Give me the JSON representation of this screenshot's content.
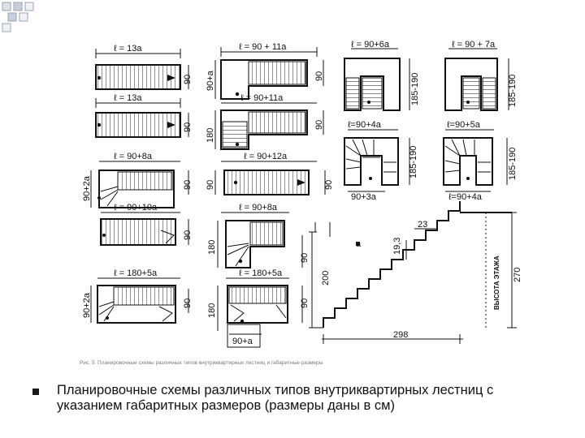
{
  "figure": {
    "dims": {
      "d1": "ℓ = 13a",
      "d2": "ℓ = 90 + 11a",
      "d3": "ℓ = 90+6a",
      "d4": "ℓ = 90 + 7a",
      "d5": "ℓ = 13a",
      "d6": "ℓ = 90+11a",
      "d7": "ℓ=90+4a",
      "d8": "ℓ=90+5a",
      "d9": "ℓ = 90+8a",
      "d10": "ℓ = 90+12a",
      "d11": "ℓ = 90+10a",
      "d12": "ℓ = 90+8a",
      "d13": "ℓ = 180+5a",
      "d14": "ℓ = 180+5a",
      "d15": "90+3a",
      "d16": "ℓ=90+4a",
      "d17": "90+a",
      "v90": "90",
      "v90a": "90+a",
      "v180": "180",
      "v90_2a": "90+2a",
      "v185": "185-190",
      "v200": "200",
      "sec_23": "23",
      "sec_193": "19,3",
      "sec_a": "a",
      "sec_298": "298",
      "sec_270": "270",
      "sec_height": "ВЫСОТА ЭТАЖА"
    },
    "footnote": "Рис. 5. Планировочные схемы различных типов внутриквартирных лестниц и габаритные размеры"
  },
  "caption": "Планировочные схемы различных типов внутриквартирных лестниц с указанием габаритных размеров (размеры даны в см)",
  "colors": {
    "ink": "#111111",
    "deco_border": "#9aa5b5",
    "deco_fill": "#dde2ea"
  }
}
